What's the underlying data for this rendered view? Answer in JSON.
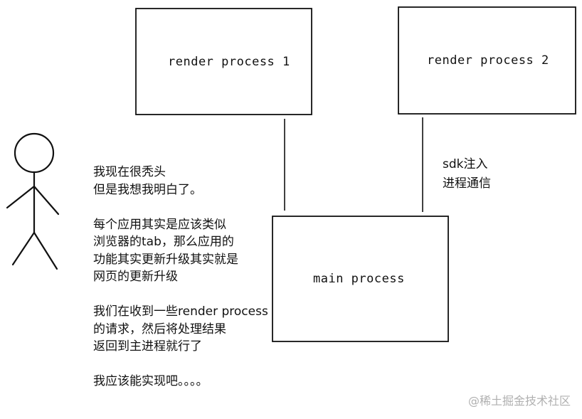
{
  "boxes": {
    "render1": "render process 1",
    "render2": "render process 2",
    "main": "main process"
  },
  "sdk_label": {
    "line1": "sdk注入",
    "line2": "进程通信"
  },
  "note": {
    "p1": [
      "我现在很秃头",
      "但是我想我明白了。"
    ],
    "p2": [
      "每个应用其实是应该类似",
      "浏览器的tab，那么应用的",
      "功能其实更新升级其实就是",
      "网页的更新升级"
    ],
    "p3": [
      "我们在收到一些render process",
      "的请求，然后将处理结果",
      "返回到主进程就行了"
    ],
    "p4": [
      "我应该能实现吧。。。。"
    ]
  },
  "watermark": "@稀土掘金技术社区"
}
